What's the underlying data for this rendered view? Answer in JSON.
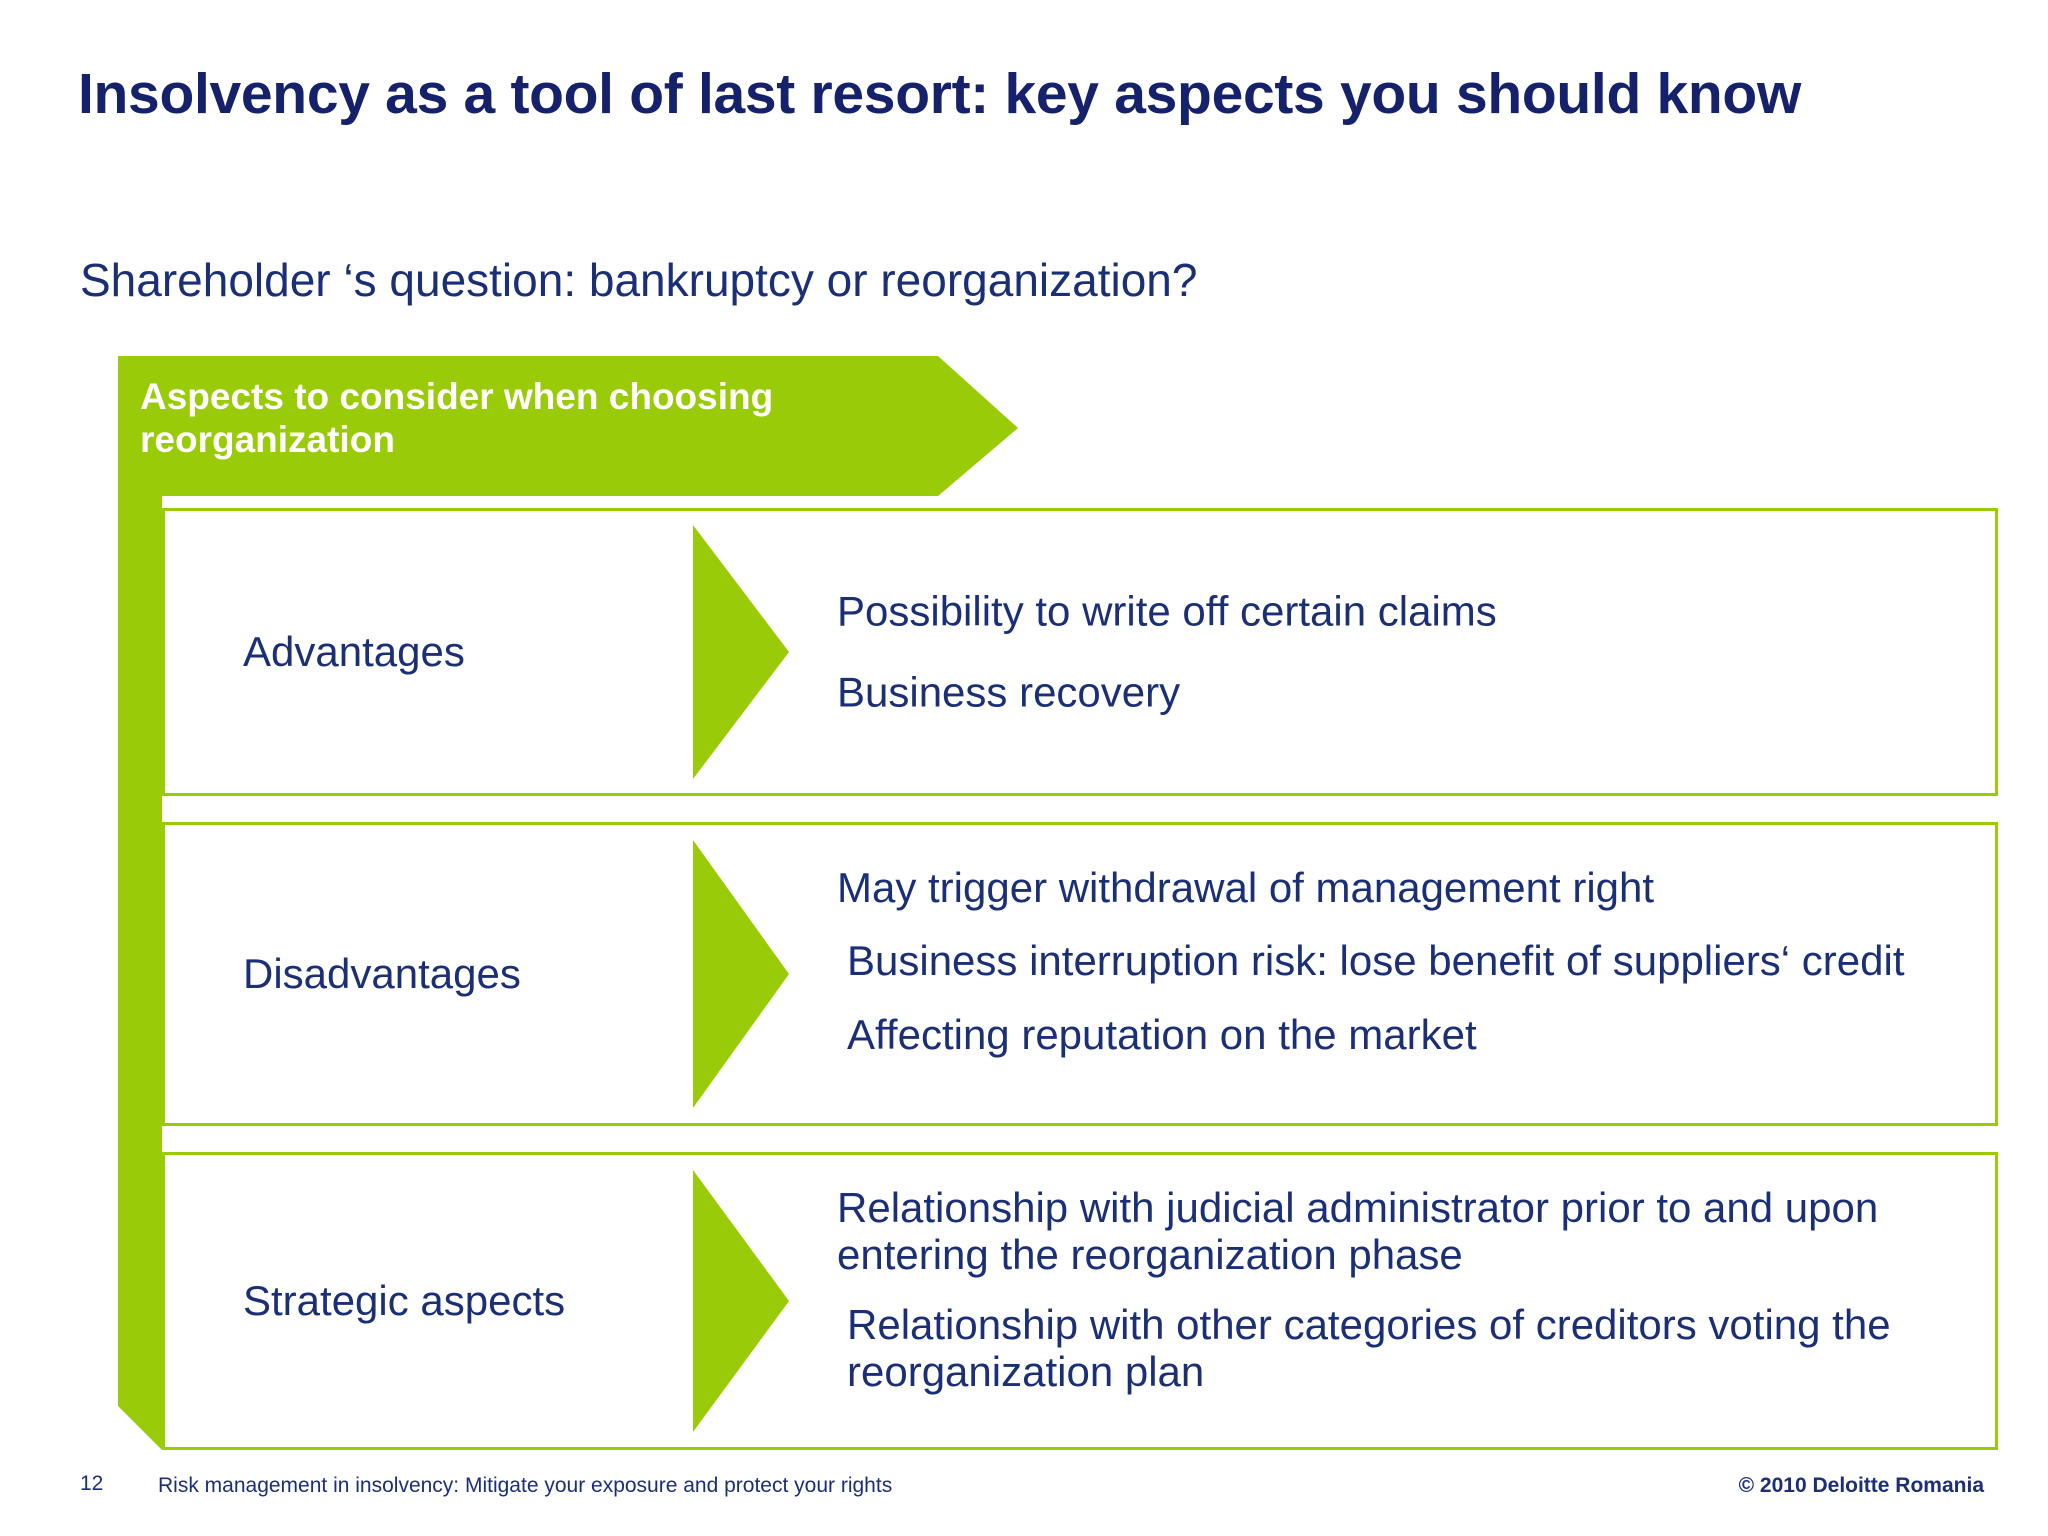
{
  "slide": {
    "title": "Insolvency as a tool of last resort: key aspects you should know",
    "subtitle": "Shareholder ‘s question: bankruptcy or reorganization?"
  },
  "colors": {
    "green": "#9ACB08",
    "navy": "#1b2f77",
    "title_navy": "#16216b",
    "white": "#ffffff"
  },
  "diagram": {
    "banner_label": "Aspects to consider when choosing reorganization",
    "rows": [
      {
        "label": "Advantages",
        "bullets": [
          "Possibility to write off certain claims",
          "Business recovery"
        ]
      },
      {
        "label": "Disadvantages",
        "bullets": [
          "May trigger withdrawal of management right",
          "Business interruption risk: lose benefit of suppliers‘ credit",
          "Affecting reputation on the market"
        ]
      },
      {
        "label": "Strategic aspects",
        "bullets": [
          "Relationship with judicial administrator prior to and upon entering the reorganization phase",
          "Relationship with other categories of creditors voting the reorganization plan"
        ]
      }
    ]
  },
  "footer": {
    "page_number": "12",
    "note": "Risk management in insolvency: Mitigate your exposure and protect your rights",
    "copyright": "© 2010 Deloitte Romania"
  }
}
